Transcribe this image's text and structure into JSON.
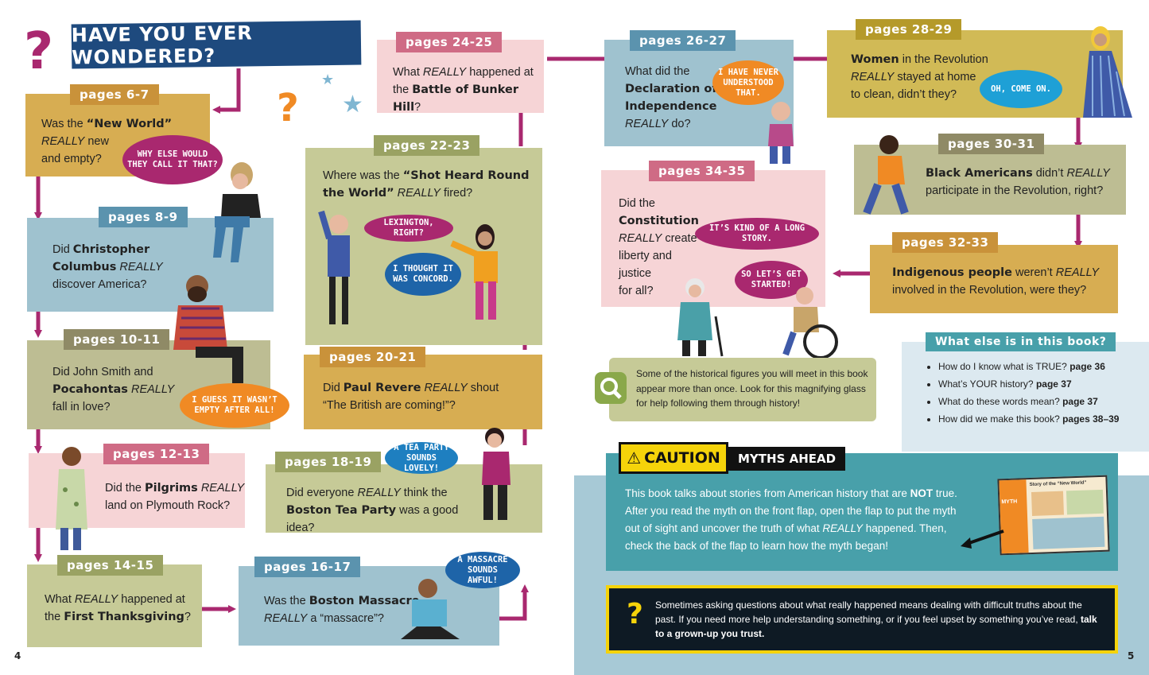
{
  "colors": {
    "navy": "#1e4a7e",
    "magenta": "#a9286f",
    "orange": "#f08a24",
    "mustard": "#d7ad52",
    "blue": "#9fc2cf",
    "olive": "#bdbd93",
    "pink": "#f6d4d6",
    "sage": "#c6ca97",
    "teal": "#48a0aa",
    "lightblue": "#dce9f0"
  },
  "title": "HAVE YOU EVER WONDERED?",
  "cards": [
    {
      "pages": "pages 6-7",
      "q1": "Was the ",
      "b1": "“New World”",
      "q2": "REALLY",
      "q3": " new",
      "q4": "and empty?"
    },
    {
      "pages": "pages 8-9",
      "q1": "Did ",
      "b1": "Christopher",
      "b2": "Columbus",
      "q2": "REALLY",
      "q3": "discover America?"
    },
    {
      "pages": "pages 10-11",
      "q1": "Did John Smith and",
      "b1": "Pocahontas",
      "q2": "REALLY",
      "q3": "fall in love?"
    },
    {
      "pages": "pages 12-13",
      "q1": "Did the ",
      "b1": "Pilgrims",
      "q2": "REALLY",
      "q3": "land on Plymouth Rock?"
    },
    {
      "pages": "pages 14-15",
      "q1": "What ",
      "q2": "REALLY",
      "q3": " happened at",
      "q4": "the ",
      "b1": "First Thanksgiving",
      "q5": "?"
    },
    {
      "pages": "pages 16-17",
      "q1": "Was the ",
      "b1": "Boston Massacre",
      "q2": "REALLY",
      "q3": " a “massacre”?"
    },
    {
      "pages": "pages 18-19",
      "q1": "Did everyone ",
      "q2": "REALLY",
      "q3": " think the",
      "b1": "Boston Tea Party",
      "q4": " was a good idea?"
    },
    {
      "pages": "pages 20-21",
      "q1": "Did ",
      "b1": "Paul Revere",
      "q2": "REALLY",
      "q3": " shout",
      "q4": "“The British are coming!”?"
    },
    {
      "pages": "pages 22-23",
      "q1": "Where was the ",
      "b1": "“Shot Heard Round",
      "b2": "the World”",
      "q2": "REALLY",
      "q3": " fired?"
    },
    {
      "pages": "pages 24-25",
      "q1": "What ",
      "q2": "REALLY",
      "q3": " happened at",
      "q4": "the ",
      "b1": "Battle of Bunker Hill",
      "q5": "?"
    },
    {
      "pages": "pages 26-27",
      "q1": "What did the",
      "b1": "Declaration of",
      "b2": "Independence",
      "q2": "REALLY",
      "q3": " do?"
    },
    {
      "pages": "pages 28-29",
      "b1": "Women",
      "q1": " in the Revolution",
      "q2": "REALLY",
      "q3": " stayed at home",
      "q4": "to clean, didn’t they?"
    },
    {
      "pages": "pages 30-31",
      "b1": "Black Americans",
      "q1": " didn’t ",
      "q2": "REALLY",
      "q3": "participate in the Revolution, right?"
    },
    {
      "pages": "pages 32-33",
      "b1": "Indigenous people",
      "q1": " weren’t ",
      "q2": "REALLY",
      "q3": "involved in the Revolution, were they?"
    },
    {
      "pages": "pages 34-35",
      "q1": "Did the ",
      "b1": "Constitution",
      "q2": "REALLY",
      "q3": " create",
      "q4": "liberty and",
      "q5": "justice",
      "q6": "for all?"
    }
  ],
  "bubbles": {
    "why": "WHY ELSE WOULD THEY CALL IT THAT?",
    "empty": "I GUESS IT WASN’T EMPTY AFTER ALL!",
    "lexington": "LEXINGTON, RIGHT?",
    "concord": "I THOUGHT IT WAS CONCORD.",
    "teaparty": "A TEA PARTY SOUNDS LOVELY!",
    "massacre": "A MASSACRE SOUNDS AWFUL!",
    "never": "I HAVE NEVER UNDERSTOOD THAT.",
    "comeon": "OH, COME ON.",
    "long": "IT’S KIND OF A LONG STORY.",
    "started": "SO LET’S GET STARTED!"
  },
  "magnify": {
    "text": "Some of the historical figures you will meet in this book appear more than once. Look for this magnifying glass for help following them through history!"
  },
  "whatelse": {
    "title": "What else is in this book?",
    "items": [
      {
        "text": "How do I know what is TRUE? ",
        "page": "page 36"
      },
      {
        "text": "What’s YOUR history? ",
        "page": "page 37"
      },
      {
        "text": "What do these words mean? ",
        "page": "page 37"
      },
      {
        "text": "How did we make this book? ",
        "page": "pages 38–39"
      }
    ]
  },
  "caution": {
    "label": "CAUTION",
    "sub": "MYTHS AHEAD",
    "p1": "This book talks about stories from American history that are ",
    "not": "NOT",
    "p2": " true. After you read the myth on the front flap, open the flap to put the myth out of sight and uncover the truth of what ",
    "really": "REALLY",
    "p3": " happened. Then, check the back of the flap to learn how the myth began!"
  },
  "note": {
    "text": "Sometimes asking questions about what really happened means dealing with difficult truths about the past. If you need more help understanding something, or if you feel upset by something you’ve read, ",
    "bold": "talk to a grown-up you trust."
  },
  "book": {
    "title1": "Story of the ",
    "title2": "“New World”",
    "myth": "MYTH"
  },
  "page_left": "4",
  "page_right": "5"
}
